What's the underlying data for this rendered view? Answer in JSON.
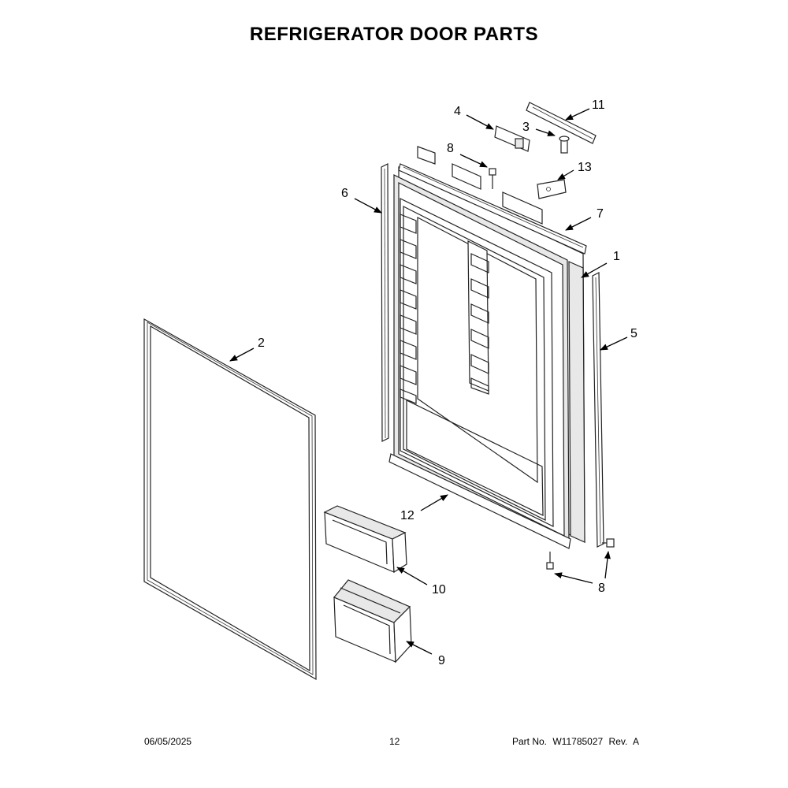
{
  "title": "REFRIGERATOR DOOR PARTS",
  "callouts": [
    {
      "id": "c1",
      "label": "1"
    },
    {
      "id": "c2",
      "label": "2"
    },
    {
      "id": "c3",
      "label": "3"
    },
    {
      "id": "c4",
      "label": "4"
    },
    {
      "id": "c5",
      "label": "5"
    },
    {
      "id": "c6",
      "label": "6"
    },
    {
      "id": "c7",
      "label": "7"
    },
    {
      "id": "c8a",
      "label": "8"
    },
    {
      "id": "c8b",
      "label": "8"
    },
    {
      "id": "c9",
      "label": "9"
    },
    {
      "id": "c10",
      "label": "10"
    },
    {
      "id": "c11",
      "label": "11"
    },
    {
      "id": "c12",
      "label": "12"
    },
    {
      "id": "c13",
      "label": "13"
    }
  ],
  "footer": {
    "date": "06/05/2025",
    "page": "12",
    "part_label": "Part No.",
    "part_number": "W11785027",
    "rev_label": "Rev.",
    "rev": "A"
  }
}
